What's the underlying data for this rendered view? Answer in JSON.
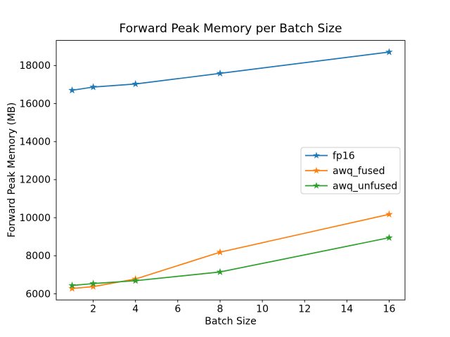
{
  "chart_data": {
    "type": "line",
    "title": "Forward Peak Memory per Batch Size",
    "xlabel": "Batch Size",
    "ylabel": "Forward Peak Memory (MB)",
    "x": [
      1,
      2,
      4,
      8,
      16
    ],
    "series": [
      {
        "name": "fp16",
        "color": "#1f77b4",
        "values": [
          16700,
          16870,
          17030,
          17590,
          18710
        ]
      },
      {
        "name": "awq_fused",
        "color": "#ff7f0e",
        "values": [
          6280,
          6380,
          6780,
          8190,
          10180
        ]
      },
      {
        "name": "awq_unfused",
        "color": "#2ca02c",
        "values": [
          6440,
          6540,
          6690,
          7150,
          8950
        ]
      }
    ],
    "marker": "star",
    "xlim": [
      0.25,
      16.75
    ],
    "ylim": [
      5680,
      19320
    ],
    "xticks": [
      2,
      4,
      6,
      8,
      10,
      12,
      14,
      16
    ],
    "yticks": [
      6000,
      8000,
      10000,
      12000,
      14000,
      16000,
      18000
    ],
    "grid": false,
    "legend_position": "center right",
    "spine_color": "#000000",
    "legend_border_color": "#cccccc",
    "background_color": "#ffffff"
  }
}
